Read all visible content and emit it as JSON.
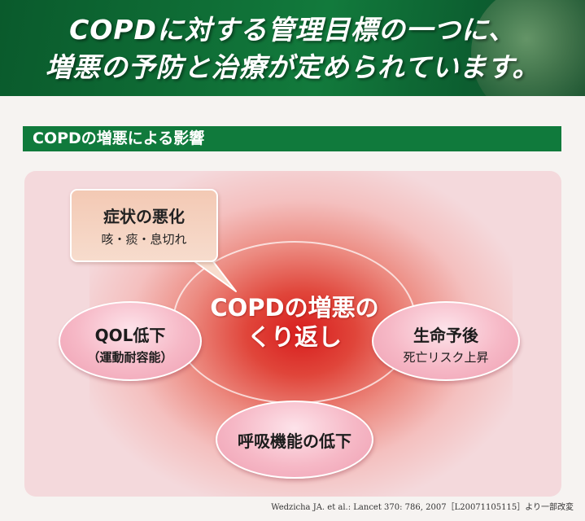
{
  "banner": {
    "line1": "COPDに対する管理目標の一つに、",
    "line2": "増悪の予防と治療が定められています。"
  },
  "section": {
    "title": "COPDの増悪による影響"
  },
  "diagram": {
    "center": {
      "line1": "COPDの増悪の",
      "line2": "くり返し"
    },
    "callout": {
      "title": "症状の悪化",
      "sub": "咳・痰・息切れ"
    },
    "qol": {
      "title": "QOL低下",
      "sub": "（運動耐容能）"
    },
    "life": {
      "title": "生命予後",
      "sub": "死亡リスク上昇"
    },
    "breath": {
      "title": "呼吸機能の低下"
    }
  },
  "citation": "Wedzicha JA. et al.: Lancet 370: 786, 2007［L20071105115］より一部改変",
  "colors": {
    "banner_green": "#127a3c",
    "section_green": "#107a3c",
    "pill_pink": "#f6b8c6",
    "callout_peach": "#f3c9b4",
    "glow_red": "#d81e1e"
  }
}
